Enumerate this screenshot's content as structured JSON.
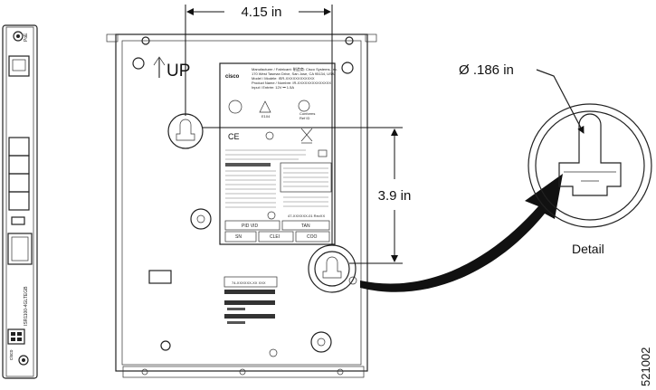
{
  "figure": {
    "dim_horizontal": "4.15 in",
    "dim_vertical": "3.9 in",
    "hole_diameter": "Ø .186 in",
    "up_label": "UP",
    "detail_label": "Detail",
    "figure_id": "521002"
  },
  "side_view": {
    "top_text": "PoE",
    "model_text": "ISR1100-4GLTEGB",
    "brand_text": "cisco"
  },
  "product_label": {
    "brand": "cisco",
    "manufacturer_line": "Manufacturer / Fabricant: 制造商: Cisco Systems, Inc.",
    "address_line": "170 West Tasman Drive, San Jose, CA 95134, USA",
    "model_line": "Model / Modèle: ISR-XXXXXXXXXXXX",
    "product_name_line": "Product Name / Nombre: IR-XXXXXXXXXXXXXX",
    "rating_line": "Input / Entrée: 12V ⎓ 1.5A",
    "cert_1": "E104",
    "cert_2": "Conforms",
    "cert_3": "Ref ID",
    "pid_vid": "PID VID",
    "tan": "TAN",
    "sn": "SN",
    "clei": "CLEI",
    "coo": "COO",
    "part_number": "74-XXXXXX-XX XXX",
    "version": "47-XXXXXX-01 RevXX"
  }
}
